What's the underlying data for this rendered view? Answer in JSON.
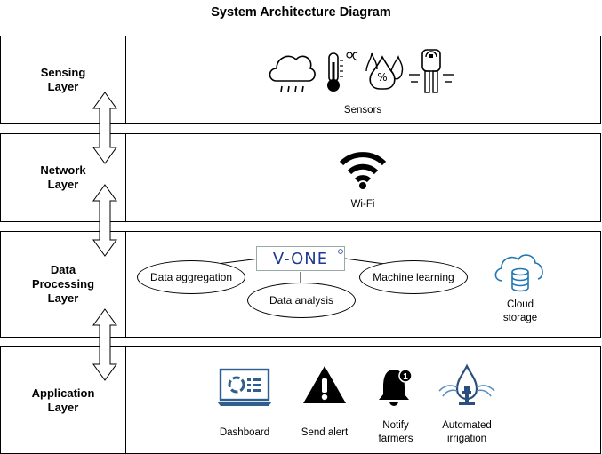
{
  "title": "System Architecture Diagram",
  "layers": [
    {
      "label": "Sensing\nLayer"
    },
    {
      "label": "Network\nLayer"
    },
    {
      "label": "Data\nProcessing\nLayer"
    },
    {
      "label": "Application\nLayer"
    }
  ],
  "sensing": {
    "caption": "Sensors",
    "icons": [
      "cloud-rain-icon",
      "thermometer-icon",
      "humidity-icon",
      "soil-moisture-probe-icon"
    ]
  },
  "network": {
    "caption": "Wi-Fi",
    "icon": "wifi-icon"
  },
  "processing": {
    "logo": "V-ONE",
    "nodes": [
      "Data aggregation",
      "Data analysis",
      "Machine learning"
    ],
    "cloud_caption": "Cloud\nstorage"
  },
  "application": {
    "items": [
      {
        "icon": "dashboard-icon",
        "label": "Dashboard"
      },
      {
        "icon": "warning-icon",
        "label": "Send alert"
      },
      {
        "icon": "bell-icon",
        "label": "Notify\nfarmers",
        "badge": "1"
      },
      {
        "icon": "irrigation-icon",
        "label": "Automated\nirrigation"
      }
    ]
  },
  "colors": {
    "logo": "#1f3a93",
    "cloud_icon": "#1f77b4",
    "dashboard_icon": "#2f5f8f",
    "irrigation_icon": "#2a4f7f"
  }
}
